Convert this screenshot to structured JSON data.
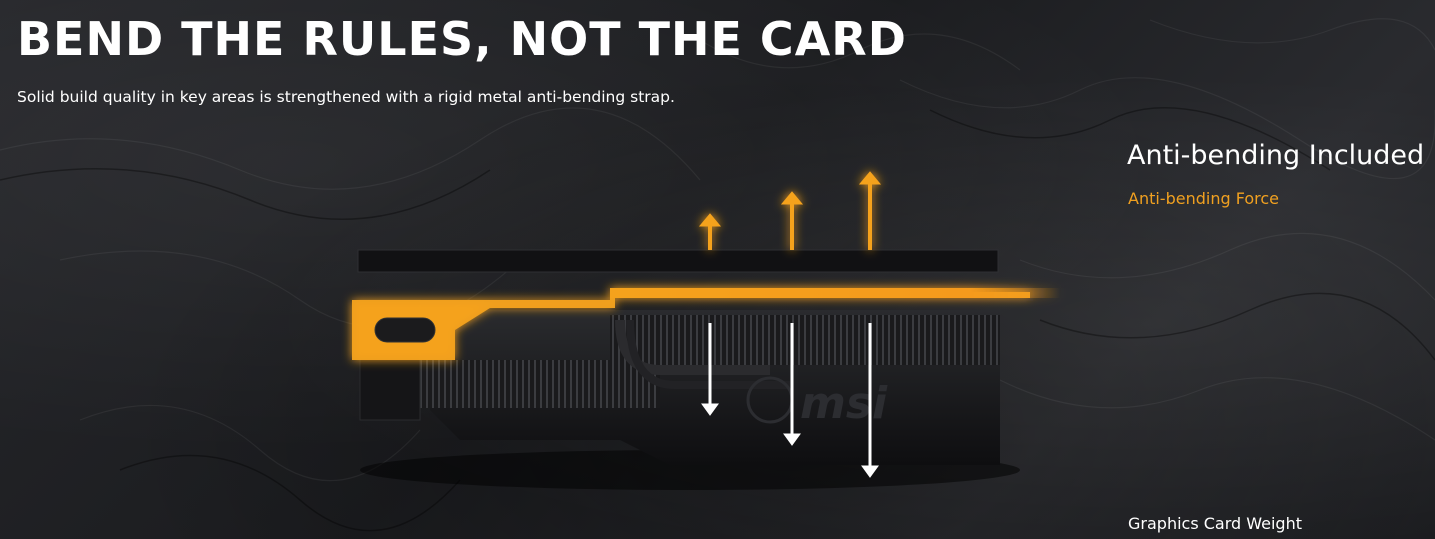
{
  "heading": {
    "title": "BEND THE RULES, NOT THE CARD",
    "subtitle": "Solid build quality in key areas is strengthened with a rigid metal anti-bending strap."
  },
  "labels": {
    "anti_bending_included": "Anti-bending Included",
    "anti_bending_force": "Anti-bending Force",
    "graphics_card_weight": "Graphics Card Weight"
  },
  "colors": {
    "accent_orange": "#f0a020",
    "text_white": "#ffffff",
    "background": "#1c1d20"
  },
  "illustration": {
    "brand_logo_text": "msi",
    "force_arrows_up": 3,
    "weight_arrows_down": 3
  }
}
